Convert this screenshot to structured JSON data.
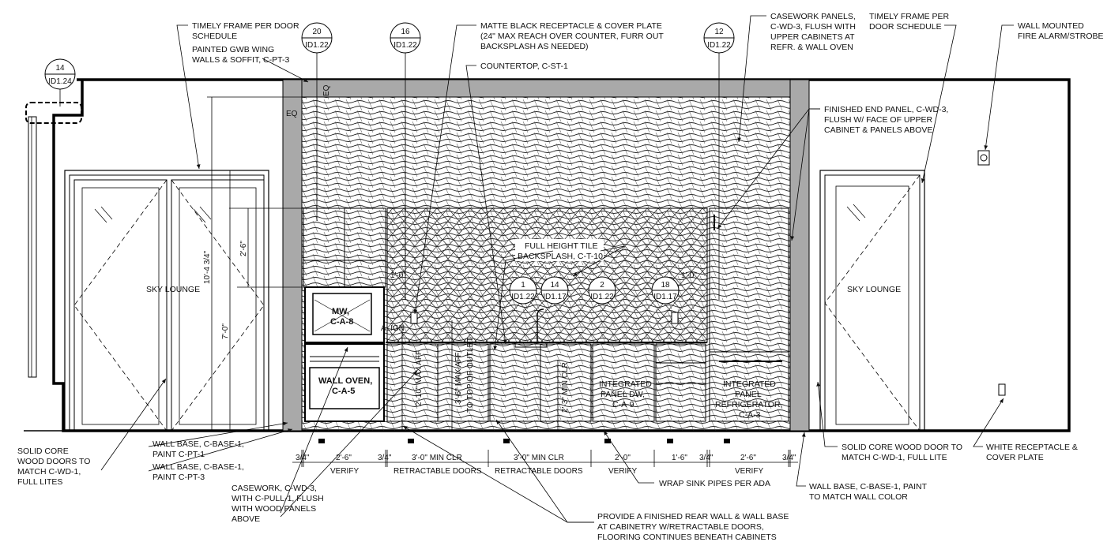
{
  "tags": [
    {
      "num": "14",
      "sheet": "ID1.24"
    },
    {
      "num": "20",
      "sheet": "ID1.22"
    },
    {
      "num": "16",
      "sheet": "ID1.22"
    },
    {
      "num": "12",
      "sheet": "ID1.22"
    },
    {
      "num": "1",
      "sheet": "ID1.22"
    },
    {
      "num": "14",
      "sheet": "ID1.17"
    },
    {
      "num": "2",
      "sheet": "ID1.22"
    },
    {
      "num": "18",
      "sheet": "ID1.17"
    }
  ],
  "notes": {
    "timely_frame_left": [
      "TIMELY FRAME PER DOOR",
      "SCHEDULE"
    ],
    "painted_gwb": [
      "PAINTED GWB WING",
      "WALLS & SOFFIT, C-PT-3"
    ],
    "receptacle_top": [
      "MATTE BLACK RECEPTACLE & COVER PLATE",
      "(24\" MAX REACH OVER COUNTER, FURR OUT",
      "BACKSPLASH AS NEEDED)"
    ],
    "countertop": [
      "COUNTERTOP, C-ST-1"
    ],
    "casework_panels": [
      "CASEWORK PANELS,",
      "C-WD-3, FLUSH WITH",
      "UPPER CABINETS AT",
      "REFR. & WALL OVEN"
    ],
    "timely_frame_right": [
      "TIMELY FRAME PER",
      "DOOR SCHEDULE"
    ],
    "fire_alarm": [
      "WALL MOUNTED",
      "FIRE ALARM/STROBE"
    ],
    "finished_end": [
      "FINISHED END PANEL, C-WD-3,",
      "FLUSH W/ FACE OF UPPER",
      "CABINET & PANELS ABOVE"
    ],
    "backsplash": [
      "FULL HEIGHT TILE",
      "BACKSPLASH, C-T-10"
    ],
    "solid_core_left": [
      "SOLID CORE",
      "WOOD DOORS TO",
      "MATCH C-WD-1,",
      "FULL LITES"
    ],
    "wall_base_1": [
      "WALL BASE, C-BASE-1,",
      "PAINT C-PT-1"
    ],
    "wall_base_2": [
      "WALL BASE, C-BASE-1,",
      "PAINT C-PT-3"
    ],
    "casework": [
      "CASEWORK, C-WD-3,",
      "WITH C-PULL-1, FLUSH",
      "WITH WOOD PANELS",
      "ABOVE"
    ],
    "wrap_pipes": [
      "WRAP SINK PIPES PER ADA"
    ],
    "rear_wall": [
      "PROVIDE A FINISHED REAR WALL & WALL BASE",
      "AT CABINETRY W/RETRACTABLE DOORS,",
      "FLOORING CONTINUES BENEATH CABINETS"
    ],
    "solid_core_right": [
      "SOLID CORE WOOD DOOR TO",
      "MATCH C-WD-1, FULL LITE"
    ],
    "white_receptacle": [
      "WHITE RECEPTACLE &",
      "COVER PLATE"
    ],
    "wall_base_right": [
      "WALL BASE, C-BASE-1, PAINT",
      "TO MATCH WALL COLOR"
    ]
  },
  "labels": {
    "sky_lounge_left": "SKY LOUNGE",
    "sky_lounge_right": "SKY LOUNGE",
    "mw": [
      "MW,",
      "C-A-8"
    ],
    "wall_oven": [
      "WALL OVEN,",
      "C-A-5"
    ],
    "dishwasher": [
      "INTEGRATED",
      "PANEL DW,",
      "C-A-9"
    ],
    "refrigerator": [
      "INTEGRATED",
      "PANEL",
      "REFRIGERATOR,",
      "C-A-3"
    ],
    "align": "ALIGN",
    "eq_top": "EQ",
    "eq_side": "EQ",
    "one_ft_left": "1'-0\"",
    "one_ft_right": "1'-0\"",
    "h_overall": "10'-4 3/4\"",
    "h_door": "7'-0\"",
    "h_upper": "2'-6\"",
    "h_max1": "2'-10\" MAX AFF",
    "h_max2": "3'-6\" MAX AFF",
    "h_top_outlet": "TO TOP OF OUTLET",
    "h_min": "2'-3\" MIN CLR"
  },
  "dims": [
    "3/4\"",
    "2'-6\"",
    "3/4\"",
    "3'-0\" MIN CLR",
    "3'-0\" MIN CLR",
    "2'-0\"",
    "1'-6\"",
    "3/4\"",
    "2'-6\"",
    "3/4\""
  ],
  "dim_notes": [
    "VERIFY",
    "RETRACTABLE DOORS",
    "RETRACTABLE DOORS",
    "VERIFY",
    "VERIFY"
  ]
}
